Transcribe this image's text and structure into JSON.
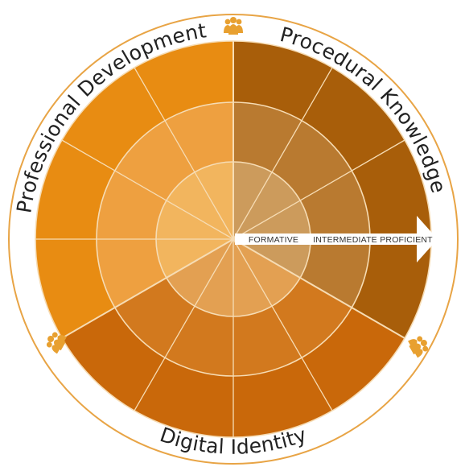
{
  "sectors": [
    {
      "label": "Professional Development",
      "icon": "people-group-icon"
    },
    {
      "label": "Procedural Knowledge",
      "icon": "people-group-icon"
    },
    {
      "label": "Digital Identity",
      "icon": "people-group-icon"
    }
  ],
  "arrow": {
    "stages": [
      "FORMATIVE",
      "INTERMEDIATE",
      "PROFICIENT"
    ]
  },
  "colors": {
    "outline": "#e8a445",
    "divider": "#f6dcb4",
    "icon": "#e8a030",
    "professional_development": [
      "#f2b55e",
      "#eea040",
      "#e88c12"
    ],
    "procedural_knowledge": [
      "#cc9b5c",
      "#b97a30",
      "#a85e0a"
    ],
    "digital_identity": [
      "#e3a052",
      "#d2791e",
      "#c9680a"
    ]
  }
}
